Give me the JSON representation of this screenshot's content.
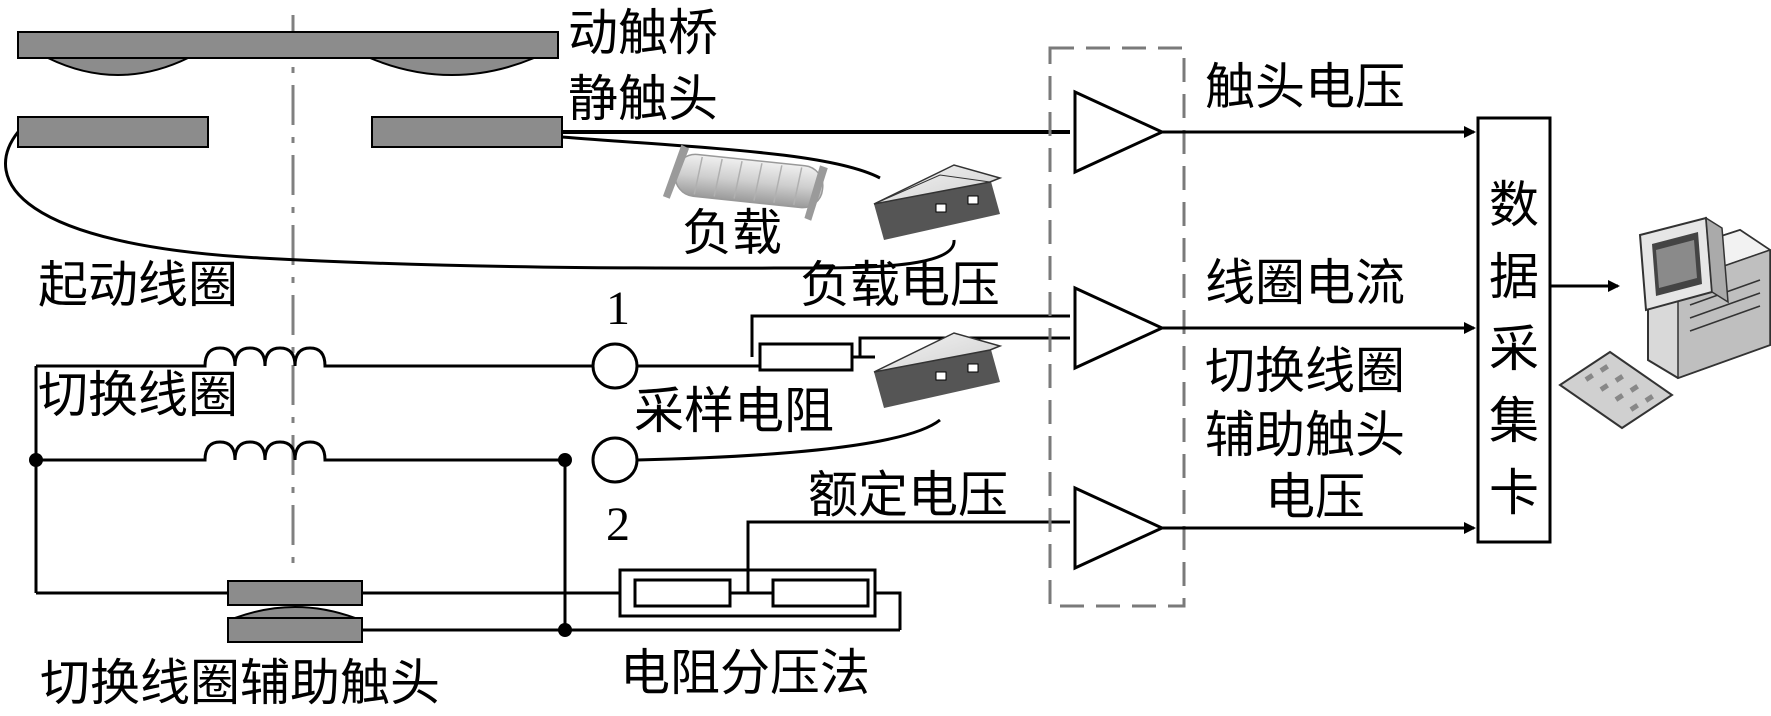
{
  "labels": {
    "moving_bridge": "动触桥",
    "static_contact": "静触头",
    "load": "负载",
    "load_voltage": "负载电压",
    "start_coil": "起动线圈",
    "switch_coil": "切换线圈",
    "terminal_1": "1",
    "terminal_2": "2",
    "sampling_resistor": "采样电阻",
    "rated_voltage": "额定电压",
    "aux_contact": "切换线圈辅助触头",
    "divider": "电阻分压法",
    "contact_voltage": "触头电压",
    "coil_current": "线圈电流",
    "aux_voltage_line1": "切换线圈",
    "aux_voltage_line2": "辅助触头",
    "aux_voltage_line3": "电压",
    "daq_chars": [
      "数",
      "据",
      "采",
      "集",
      "卡"
    ]
  },
  "colors": {
    "contact_fill": "#8c8c8c",
    "dash_box": "#7a7a7a",
    "line": "#000000"
  }
}
